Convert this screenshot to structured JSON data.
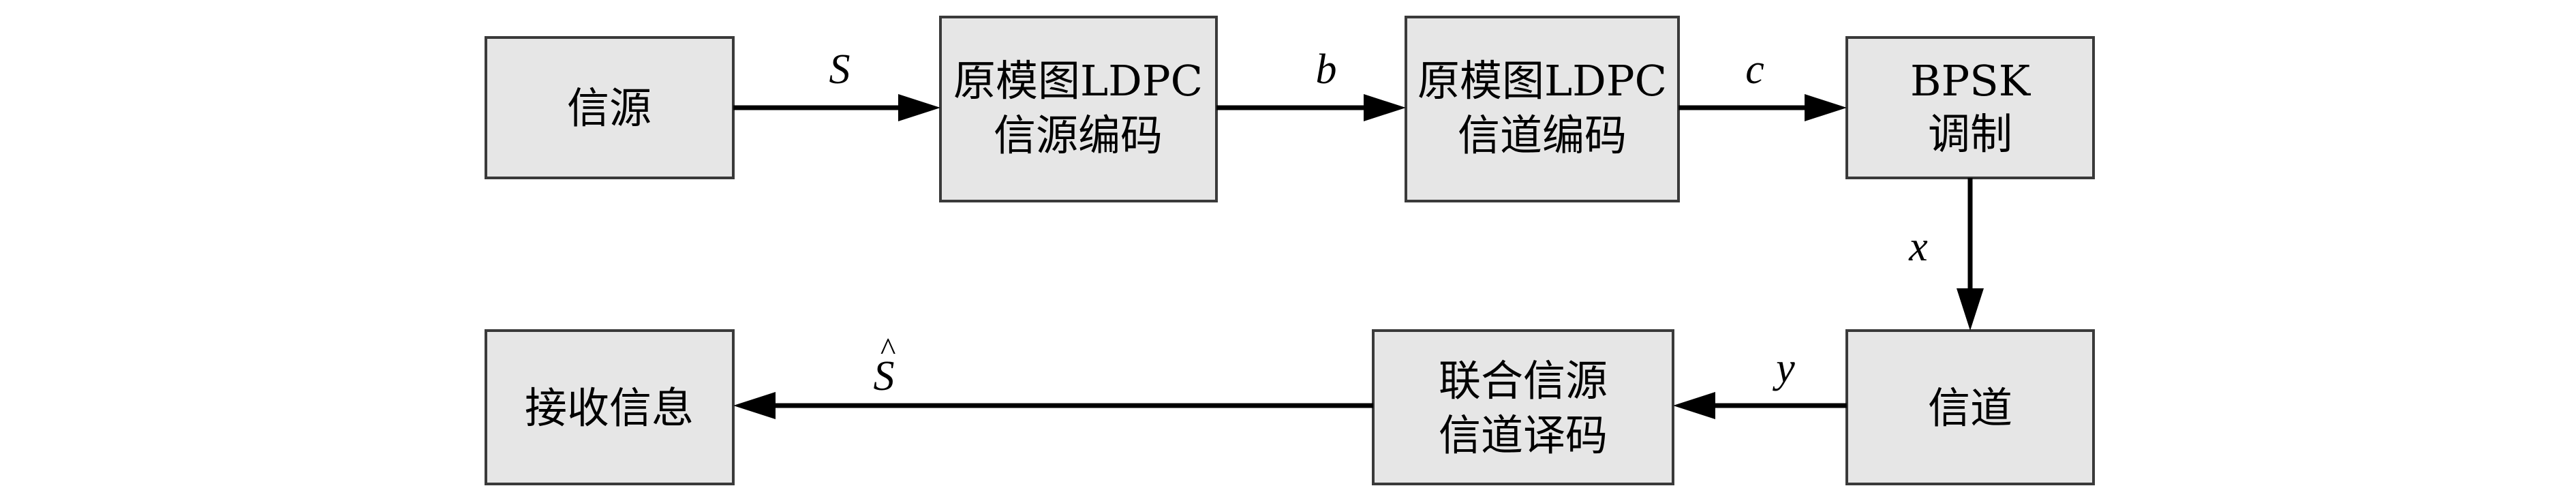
{
  "nodes": {
    "source": {
      "lines": [
        "信源"
      ]
    },
    "source_encoder": {
      "lines": [
        "原模图LDPC",
        "信源编码"
      ]
    },
    "channel_encoder": {
      "lines": [
        "原模图LDPC",
        "信道编码"
      ]
    },
    "bpsk": {
      "lines": [
        "BPSK",
        "调制"
      ]
    },
    "channel": {
      "lines": [
        "信道"
      ]
    },
    "joint_decoder": {
      "lines": [
        "联合信源",
        "信道译码"
      ]
    },
    "sink": {
      "lines": [
        "接收信息"
      ]
    }
  },
  "edges": {
    "s": {
      "label": "S"
    },
    "b": {
      "label": "b"
    },
    "c": {
      "label": "c"
    },
    "x": {
      "label": "x"
    },
    "y": {
      "label": "y"
    },
    "s_hat": {
      "label": "S",
      "accent": "^"
    }
  }
}
